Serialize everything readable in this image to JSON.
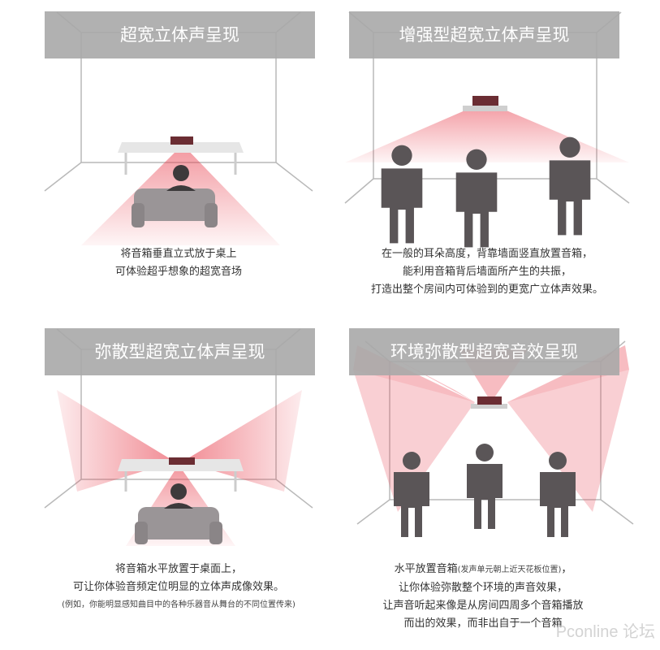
{
  "panels": [
    {
      "title": "超宽立体声呈现",
      "caption_lines": [
        "将音箱垂直立式放于桌上",
        "可体验超乎想象的超宽音场"
      ]
    },
    {
      "title": "增强型超宽立体声呈现",
      "caption_lines": [
        "在一般的耳朵高度，背靠墙面竖直放置音箱，",
        "能利用音箱背后墙面所产生的共振，",
        "打造出整个房间内可体验到的更宽广立体声效果。"
      ]
    },
    {
      "title": "弥散型超宽立体声呈现",
      "caption_lines": [
        "将音箱水平放置于桌面上，",
        "可让你体验音频定位明显的立体声成像效果。"
      ],
      "caption_note": "(例如，你能明显感知曲目中的各种乐器音从舞台的不同位置传来)"
    },
    {
      "title": "环境弥散型超宽音效呈现",
      "caption_line1_main": "水平放置音箱",
      "caption_line1_note": "(发声单元朝上近天花板位置)",
      "caption_line1_end": "，",
      "caption_lines": [
        "让你体验弥散整个环境的声音效果，",
        "让声音听起来像是从房间四周多个音箱播放",
        "而出的效果，而非出自于一个音箱"
      ]
    }
  ],
  "watermark": "Pconline 论坛",
  "colors": {
    "title_bg": "#a8a8a8",
    "sound": "#e03a48",
    "figure": "#5a5557",
    "line": "#b9b9b9"
  }
}
